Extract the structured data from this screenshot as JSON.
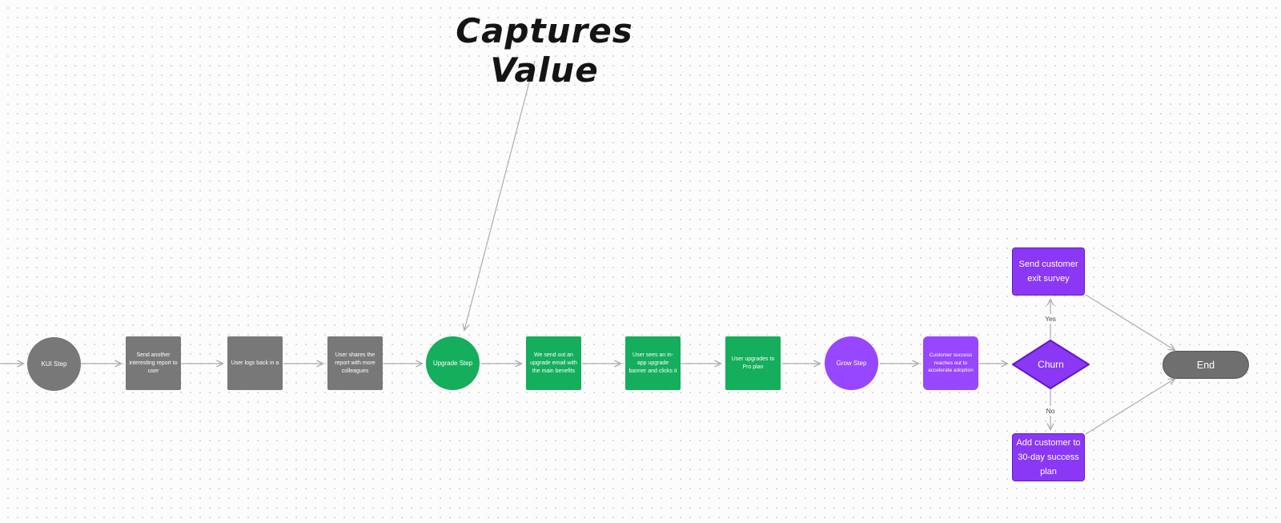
{
  "title": "Captures Value",
  "colors": {
    "canvas_background": "#FCFCFC",
    "dot_grid": "#D7D7D7",
    "gray_node": "#787878",
    "green_node": "#14AE5C",
    "purple_node": "#9747FF",
    "purple_branch_fill": "#8A38F5",
    "purple_branch_border": "#6217C9",
    "end_node": "#6F6F6F",
    "connector": "#ADADAD",
    "text_on_node": "#FFFFFF"
  },
  "nodes": [
    {
      "id": "kui-step",
      "shape": "circle",
      "label": "KUI Step"
    },
    {
      "id": "send-report",
      "shape": "square",
      "label": "Send another interesting report to user"
    },
    {
      "id": "logs-back",
      "shape": "square",
      "label": "User logs back in a"
    },
    {
      "id": "shares-report",
      "shape": "square",
      "label": "User shares the report with more colleagues"
    },
    {
      "id": "upgrade-step",
      "shape": "circle",
      "label": "Upgrade Step"
    },
    {
      "id": "upgrade-email",
      "shape": "square",
      "label": "We send out an upgrade email with the main benefits"
    },
    {
      "id": "upgrade-banner",
      "shape": "square",
      "label": "User sees an in-app upgrade banner and clicks it"
    },
    {
      "id": "pro-plan",
      "shape": "square",
      "label": "User upgrades to Pro plan"
    },
    {
      "id": "grow-step",
      "shape": "circle",
      "label": "Grow Step"
    },
    {
      "id": "customer-success",
      "shape": "rounded-square",
      "label": "Customer success reaches out to accelerate adoption"
    },
    {
      "id": "churn",
      "shape": "diamond",
      "label": "Churn"
    },
    {
      "id": "exit-survey",
      "shape": "branch-box",
      "label": "Send customer exit survey"
    },
    {
      "id": "success-plan",
      "shape": "branch-box",
      "label": "Add customer to 30-day success plan"
    },
    {
      "id": "end",
      "shape": "pill",
      "label": "End"
    }
  ],
  "branch_labels": {
    "yes": "Yes",
    "no": "No"
  }
}
